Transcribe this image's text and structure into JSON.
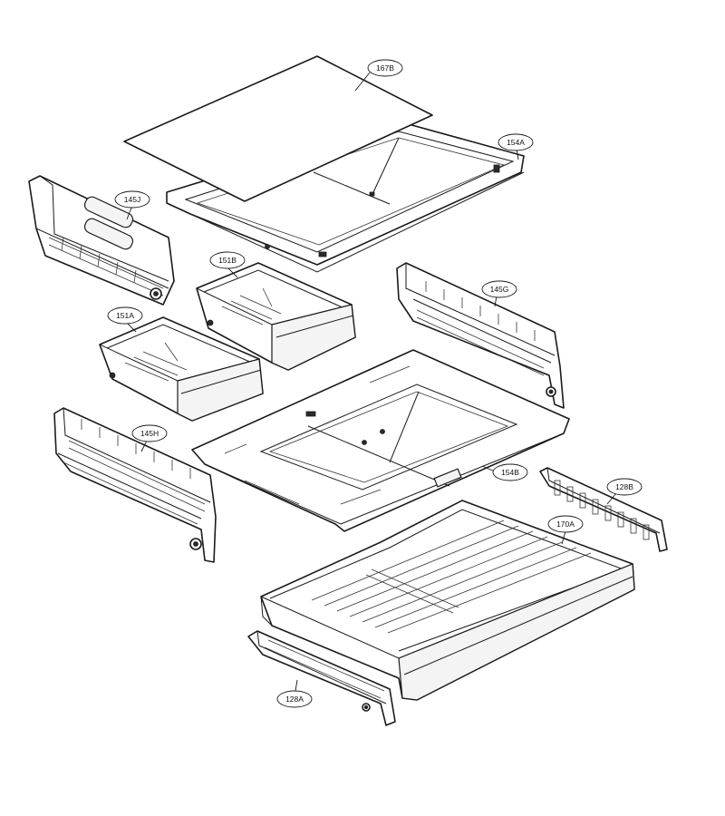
{
  "callouts": {
    "c167B": "167B",
    "c154A": "154A",
    "c145J": "145J",
    "c151B": "151B",
    "c145G": "145G",
    "c151A": "151A",
    "c145H": "145H",
    "c154B": "154B",
    "c128B": "128B",
    "c170A": "170A",
    "c128A": "128A"
  }
}
